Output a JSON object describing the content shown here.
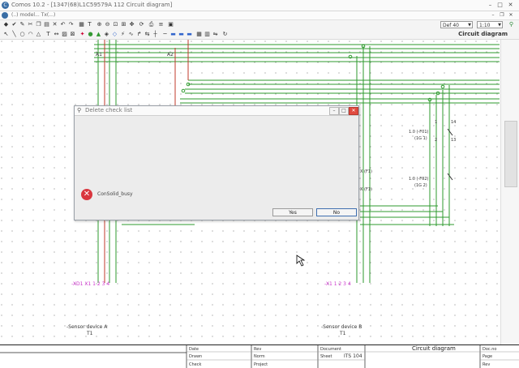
{
  "window": {
    "title": "Comos 10.2 - [1347(68)L1C59579A 112 Circuit diagram]",
    "menu_text": "(..) model... Tx(...)"
  },
  "toolbar": {
    "zoom_value": "Def 40",
    "scale_value": "1:10",
    "tab_label": "Circuit diagram"
  },
  "diagram": {
    "labels": {
      "left_top_1": "A1",
      "left_top_2": "A2",
      "right_1": "X (F1)",
      "right_2": "X (F1)",
      "ref_1": "1.0 (-F01)",
      "ref_1b": "(1G 1)",
      "ref_2": "1.0 (-F02)",
      "ref_2b": "(1G 2)",
      "pin_a": "1",
      "pin_b": "2",
      "pin_c": "14",
      "pin_d": "13",
      "terminals_left": "-XD1 X1  1 2 3 4",
      "terminals_right": "-X1  1  2  3  4",
      "device_left": "-Sensor device A",
      "device_left_sub": "T1",
      "device_right": "-Sensor device B",
      "device_right_sub": "T1"
    },
    "colors": {
      "wire_green": "#2e9a2e",
      "wire_red": "#c0392b",
      "terminal_magenta": "#cc33cc"
    }
  },
  "titleblock": {
    "title": "Circuit diagram",
    "cells": [
      "Date",
      "Drawn",
      "Check",
      "Rev",
      "Norm",
      "Project",
      "Document",
      "Sheet",
      "ITS 104",
      "Doc.no",
      "Page",
      "Rev"
    ]
  },
  "dialog": {
    "title": "Delete check list",
    "message": "ConSolid_busy",
    "yes_label": "Yes",
    "no_label": "No"
  }
}
